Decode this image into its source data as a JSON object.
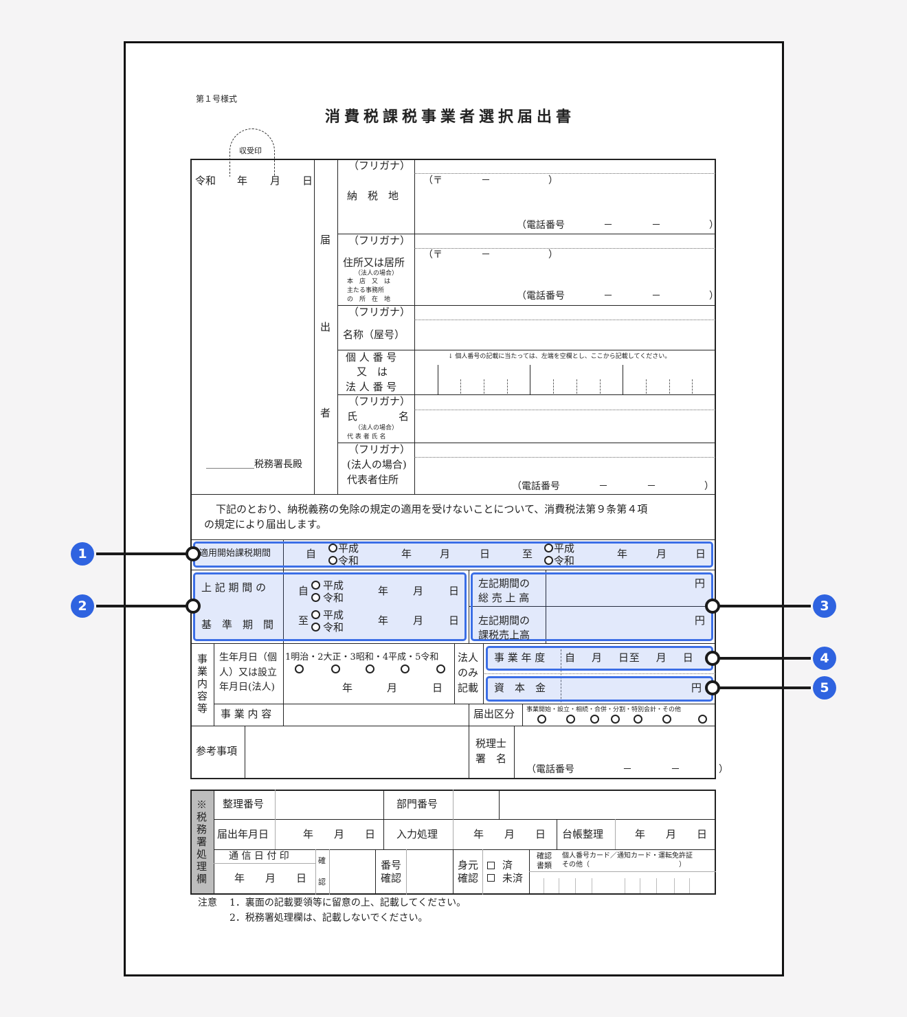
{
  "form_id": "第１号様式",
  "title": "消費税課税事業者選択届出書",
  "stamp": "収受印",
  "date_line": {
    "era": "令和",
    "y": "年",
    "m": "月",
    "d": "日"
  },
  "tax_office": "＿＿＿＿＿税務署長殿",
  "filer_label": [
    "届",
    "出",
    "者"
  ],
  "furigana": "（フリガナ）",
  "postal": "（〒　　　　－　　　　　　）",
  "phone": "（電話番号　　　　－　　　　－　　　　　）",
  "rows": {
    "tax_place": "納　税　地",
    "address": "住所又は居所",
    "address_note": [
      "（法人の場合）",
      "本　店　又　は",
      "主たる事務所",
      "の　所　在　地"
    ],
    "name": "名称（屋号）",
    "number": [
      "個 人 番 号",
      "又　は",
      "法 人 番 号"
    ],
    "number_note": "↓ 個人番号の記載に当たっては、左端を空欄とし、ここから記載してください。",
    "person": [
      "氏　　　　名"
    ],
    "person_note": [
      "（法人の場合）",
      "代 表 者 氏 名"
    ],
    "rep_address": [
      "(法人の場合)",
      "代表者住所"
    ]
  },
  "statement": [
    "下記のとおり、納税義務の免除の規定の適用を受けないことについて、消費税法第９条第４項",
    "の規定により届出します。"
  ],
  "period": {
    "label": "適用開始課税期間",
    "from": "自",
    "to": "至",
    "heisei": "平成",
    "reiwa": "令和",
    "y": "年",
    "m": "月",
    "d": "日"
  },
  "base": {
    "label1": "上 記 期 間 の",
    "label2": "基　準　期　間",
    "sales_label": [
      "左記期間の",
      "総 売 上 高"
    ],
    "taxable_label": [
      "左記期間の",
      "課税売上高"
    ],
    "yen": "円"
  },
  "business": {
    "section": "事業内容等",
    "birth_label": [
      "生年月日（個",
      "人）又は設立",
      "年月日(法人)"
    ],
    "eras": "1明治・2大正・3昭和・4平成・5令和",
    "corp_only": [
      "法人",
      "のみ",
      "記載"
    ],
    "fiscal_year": "事 業 年 度",
    "fiscal_values": "自　　月　　日 至　　月　　日",
    "capital": "資　本　金",
    "content": "事 業 内 容",
    "category": "届出区分",
    "category_options": "事業開始・設立・相続・合併・分割・特別会計・その他"
  },
  "notes_row": {
    "remarks": "参考事項",
    "accountant": [
      "税理士",
      "署　名"
    ],
    "phone": "（電話番号　　　　　－　　　　－　　　　）"
  },
  "office": {
    "label": "※税務署処理欄",
    "ref_no": "整理番号",
    "dept_no": "部門番号",
    "filed_date": "届出年月日",
    "input": "入力処理",
    "ledger": "台帳整理",
    "ymd": "年　　月　　日",
    "comm_stamp": "通 信 日 付 印",
    "confirm": [
      "確",
      "認"
    ],
    "number_check": [
      "番号",
      "確認"
    ],
    "identity_check": [
      "身元",
      "確認"
    ],
    "done": "済",
    "not_done": "未済",
    "docs": [
      "確認",
      "書類"
    ],
    "docs_text": [
      "個人番号カード／通知カード・運転免許証",
      "その他（　　　　　　　　　　　　　）"
    ]
  },
  "caution": {
    "label": "注意",
    "items": [
      "1．裏面の記載要領等に留意の上、記載してください。",
      "2．税務署処理欄は、記載しないでください。"
    ]
  },
  "callouts": [
    "1",
    "2",
    "3",
    "4",
    "5"
  ],
  "colors": {
    "highlight": "#3b6ee6",
    "badge": "#2f63e0"
  }
}
